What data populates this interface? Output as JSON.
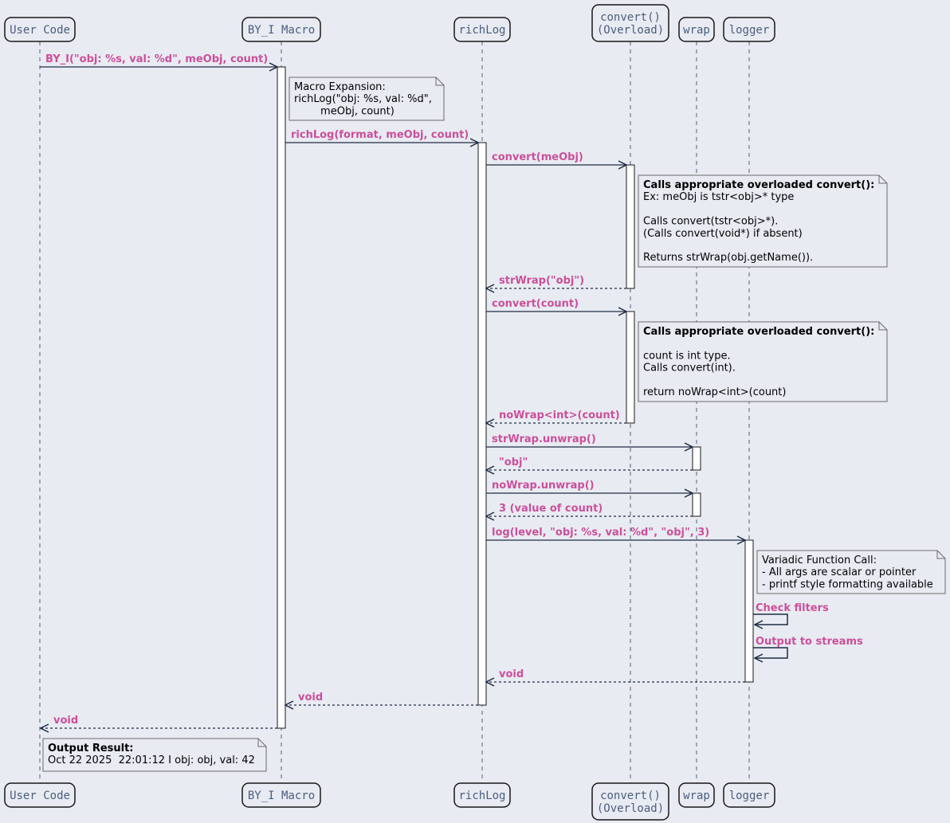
{
  "participants": [
    {
      "id": "user",
      "lines": [
        "User Code"
      ]
    },
    {
      "id": "macro",
      "lines": [
        "BY_I Macro"
      ]
    },
    {
      "id": "richlog",
      "lines": [
        "richLog"
      ]
    },
    {
      "id": "convert",
      "lines": [
        "convert()",
        "(Overload)"
      ]
    },
    {
      "id": "wrap",
      "lines": [
        "wrap"
      ]
    },
    {
      "id": "logger",
      "lines": [
        "logger"
      ]
    }
  ],
  "messages": [
    {
      "from": "user",
      "to": "macro",
      "label": "BY_I(\"obj: %s, val: %d\", meObj, count)",
      "kind": "call"
    },
    {
      "from": "macro",
      "to": "richlog",
      "label": "richLog(format, meObj, count)",
      "kind": "call"
    },
    {
      "from": "richlog",
      "to": "convert",
      "label": "convert(meObj)",
      "kind": "call"
    },
    {
      "from": "convert",
      "to": "richlog",
      "label": "strWrap(\"obj\")",
      "kind": "return"
    },
    {
      "from": "richlog",
      "to": "convert",
      "label": "convert(count)",
      "kind": "call"
    },
    {
      "from": "convert",
      "to": "richlog",
      "label": "noWrap<int>(count)",
      "kind": "return"
    },
    {
      "from": "richlog",
      "to": "wrap",
      "label": "strWrap.unwrap()",
      "kind": "call"
    },
    {
      "from": "wrap",
      "to": "richlog",
      "label": "\"obj\"",
      "kind": "return"
    },
    {
      "from": "richlog",
      "to": "wrap",
      "label": "noWrap.unwrap()",
      "kind": "call"
    },
    {
      "from": "wrap",
      "to": "richlog",
      "label": "3 (value of count)",
      "kind": "return"
    },
    {
      "from": "richlog",
      "to": "logger",
      "label": "log(level, \"obj: %s, val: %d\", \"obj\", 3)",
      "kind": "call"
    },
    {
      "from": "logger",
      "to": "logger",
      "label": "Check filters",
      "kind": "self"
    },
    {
      "from": "logger",
      "to": "logger",
      "label": "Output to streams",
      "kind": "self"
    },
    {
      "from": "logger",
      "to": "richlog",
      "label": "void",
      "kind": "return"
    },
    {
      "from": "richlog",
      "to": "macro",
      "label": "void",
      "kind": "return"
    },
    {
      "from": "macro",
      "to": "user",
      "label": "void",
      "kind": "return"
    }
  ],
  "notes": [
    {
      "id": "macro-expansion",
      "lines": [
        {
          "text": "Macro Expansion:"
        },
        {
          "text": "richLog(\"obj: %s, val: %d\","
        },
        {
          "text": "        meObj, count)"
        }
      ]
    },
    {
      "id": "convert-meobj",
      "lines": [
        {
          "text": "Calls appropriate overloaded convert():",
          "bold": true
        },
        {
          "text": "Ex: meObj is tstr<obj>* type"
        },
        {
          "text": ""
        },
        {
          "text": "Calls convert(tstr<obj>*)."
        },
        {
          "text": "(Calls convert(void*) if absent)"
        },
        {
          "text": ""
        },
        {
          "text": "Returns strWrap(obj.getName())."
        }
      ]
    },
    {
      "id": "convert-count",
      "lines": [
        {
          "text": "Calls appropriate overloaded convert():",
          "bold": true
        },
        {
          "text": ""
        },
        {
          "text": "count is int type."
        },
        {
          "text": "Calls convert(int)."
        },
        {
          "text": ""
        },
        {
          "text": "return noWrap<int>(count)"
        }
      ]
    },
    {
      "id": "variadic",
      "lines": [
        {
          "text": "Variadic Function Call:"
        },
        {
          "text": "- All args are scalar or pointer"
        },
        {
          "text": "- printf style formatting available"
        }
      ]
    },
    {
      "id": "output-result",
      "lines": [
        {
          "text": "Output Result:",
          "bold": true
        },
        {
          "text": "Oct 22 2025  22:01:12 I obj: obj, val: 42"
        }
      ]
    }
  ],
  "colors": {
    "background": "#e8ebf2",
    "participant_fill": "#e8ebf2",
    "participant_border": "#181818",
    "participant_text": "#4a5d7e",
    "lifeline": "#556275",
    "arrow": "#1e2d44",
    "message_label": "#cc4f9b",
    "note_border": "#6b6b6b"
  }
}
